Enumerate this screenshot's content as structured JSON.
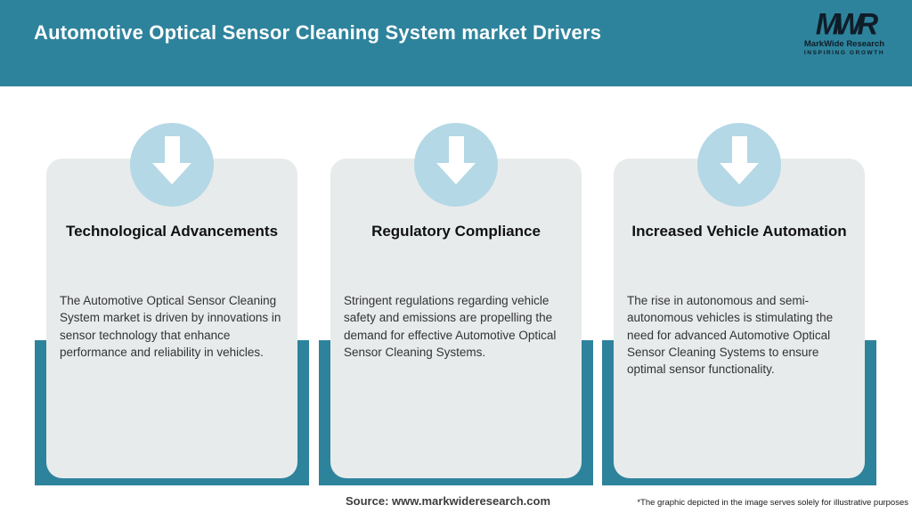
{
  "header": {
    "title": "Automotive Optical Sensor Cleaning System market Drivers",
    "logo": {
      "monogram": "MWR",
      "name": "MarkWide Research",
      "tagline": "INSPIRING GROWTH"
    }
  },
  "cards": [
    {
      "title": "Technological Advancements",
      "description": "The Automotive Optical Sensor Cleaning System market is driven by innovations in sensor technology that enhance performance and reliability in vehicles."
    },
    {
      "title": "Regulatory Compliance",
      "description": "Stringent regulations regarding vehicle safety and emissions are propelling the demand for effective Automotive Optical Sensor Cleaning Systems."
    },
    {
      "title": "Increased Vehicle Automation",
      "description": "The rise in autonomous and semi-autonomous vehicles is stimulating the need for advanced Automotive Optical Sensor Cleaning Systems to ensure optimal sensor functionality."
    }
  ],
  "icons": [
    {
      "name": "down-arrow-icon",
      "meaning": "driver indicator arrow"
    }
  ],
  "footer": {
    "source": "Source: www.markwideresearch.com",
    "disclaimer": "*The graphic depicted in the image serves solely for illustrative purposes"
  },
  "colors": {
    "header_teal": "#2E839C",
    "backdrop_teal": "#2E839C",
    "circle_blue": "#B4D8E5",
    "card_gray": "#E8EBEC",
    "title_white": "#FFFFFF",
    "logo_navy": "#0F1D29"
  }
}
